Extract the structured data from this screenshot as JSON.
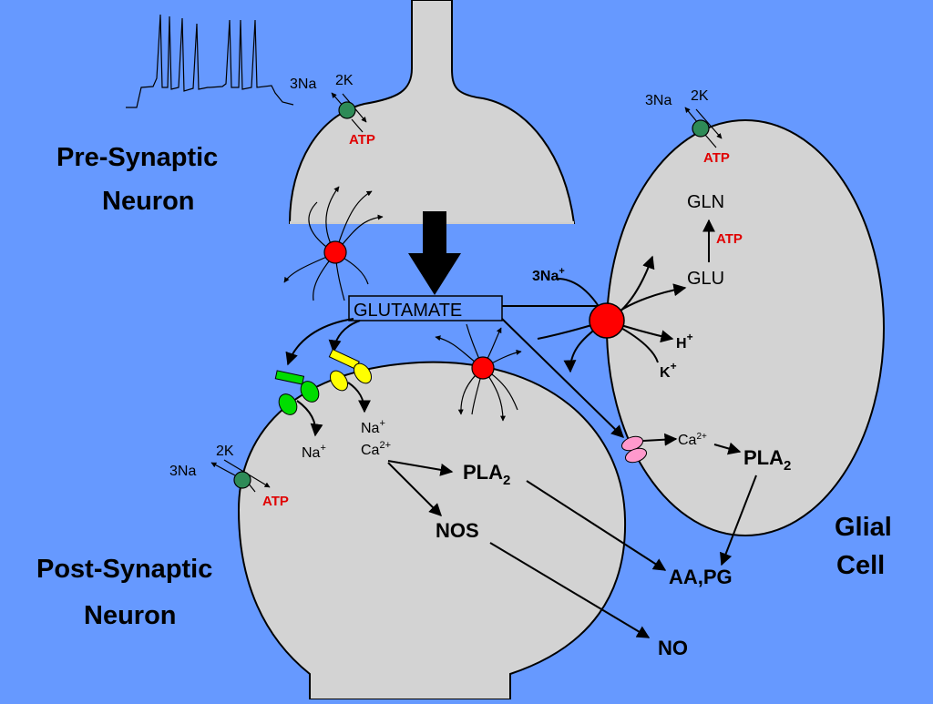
{
  "presynaptic": {
    "label_line1": "Pre-Synaptic",
    "label_line2": "Neuron"
  },
  "postsynaptic": {
    "label_line1": "Post-Synaptic",
    "label_line2": "Neuron"
  },
  "glial": {
    "label_line1": "Glial",
    "label_line2": "Cell"
  },
  "pumps": {
    "na_label": "3Na",
    "k_label": "2K",
    "atp_label": "ATP"
  },
  "glutamate_label": "GLUTAMATE",
  "glial_labels": {
    "gln": "GLN",
    "glu": "GLU",
    "atp": "ATP",
    "na": "3Na",
    "na_sup": "+",
    "h": "H",
    "h_sup": "+",
    "k": "K",
    "k_sup": "+",
    "ca": "Ca",
    "ca_sup": "2+",
    "pla": "PLA",
    "pla_sub": "2"
  },
  "post_labels": {
    "na1": "Na",
    "na1_sup": "+",
    "na2": "Na",
    "na2_sup": "+",
    "ca": "Ca",
    "ca_sup": "2+",
    "pla": "PLA",
    "pla_sub": "2",
    "nos": "NOS"
  },
  "products": {
    "aa_pg": "AA,PG",
    "no": "NO"
  },
  "colors": {
    "background": "#6699ff",
    "cell_fill": "#d3d3d3",
    "pump": "#2e8b57",
    "transporter": "#ff0000",
    "atp_text": "#e00000",
    "ampa_receptor": "#00dd00",
    "nmda_receptor": "#ffff00",
    "calcium_channel": "#ff99cc"
  }
}
